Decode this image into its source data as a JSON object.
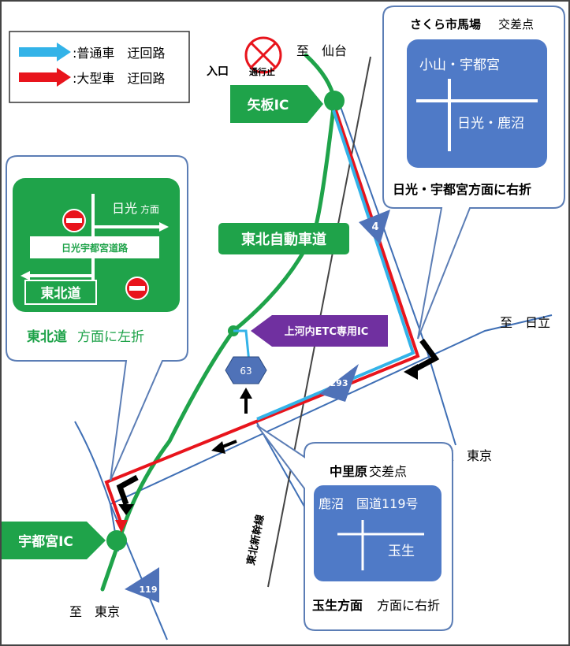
{
  "legend": {
    "normal_label": ":普通車　迂回路",
    "large_label": ":大型車　迂回路",
    "normal_color": "#33b3e8",
    "large_color": "#e8141c"
  },
  "directions": {
    "sendai": "至　仙台",
    "hitachi": "至　日立",
    "tokyo_east": "至　東京",
    "tokyo_sw": "至　東京"
  },
  "ic": {
    "yaita": "矢板IC",
    "utsunomiya": "宇都宮IC",
    "kamikawachi": "上河内ETC専用IC",
    "yaita_entrance": "入口",
    "no_entry": "通行止"
  },
  "roads": {
    "expressway": "東北自動車道",
    "shinkansen": "東北新幹線",
    "route4": "4",
    "route293": "293",
    "route63": "63",
    "route119": "119"
  },
  "callouts": {
    "sakura": {
      "title_bold": "さくら市馬場",
      "title_rest": "交差点",
      "sign_top": "小山・宇都宮",
      "sign_right": "日光・鹿沼",
      "instruction": "日光・宇都宮方面に右折"
    },
    "nikko": {
      "sign_dest": "日光",
      "sign_dest_suffix": "方面",
      "sign_road": "日光宇都宮道路",
      "sign_tohoku": "東北道",
      "instruction_green": "東北道",
      "instruction_rest": "方面に左折"
    },
    "nakazato": {
      "title_bold": "中里原",
      "title_rest": "交差点",
      "sign_top": "鹿沼　国道119号",
      "sign_right": "玉生",
      "instruction_bold": "玉生方面",
      "instruction_rest": "方面に右折"
    }
  },
  "colors": {
    "expressway_green": "#1fa34a",
    "sign_blue": "#4f7ac7",
    "route_blue": "#4f72b8",
    "purple": "#7030a0",
    "bubble_border": "#5b7db5"
  }
}
